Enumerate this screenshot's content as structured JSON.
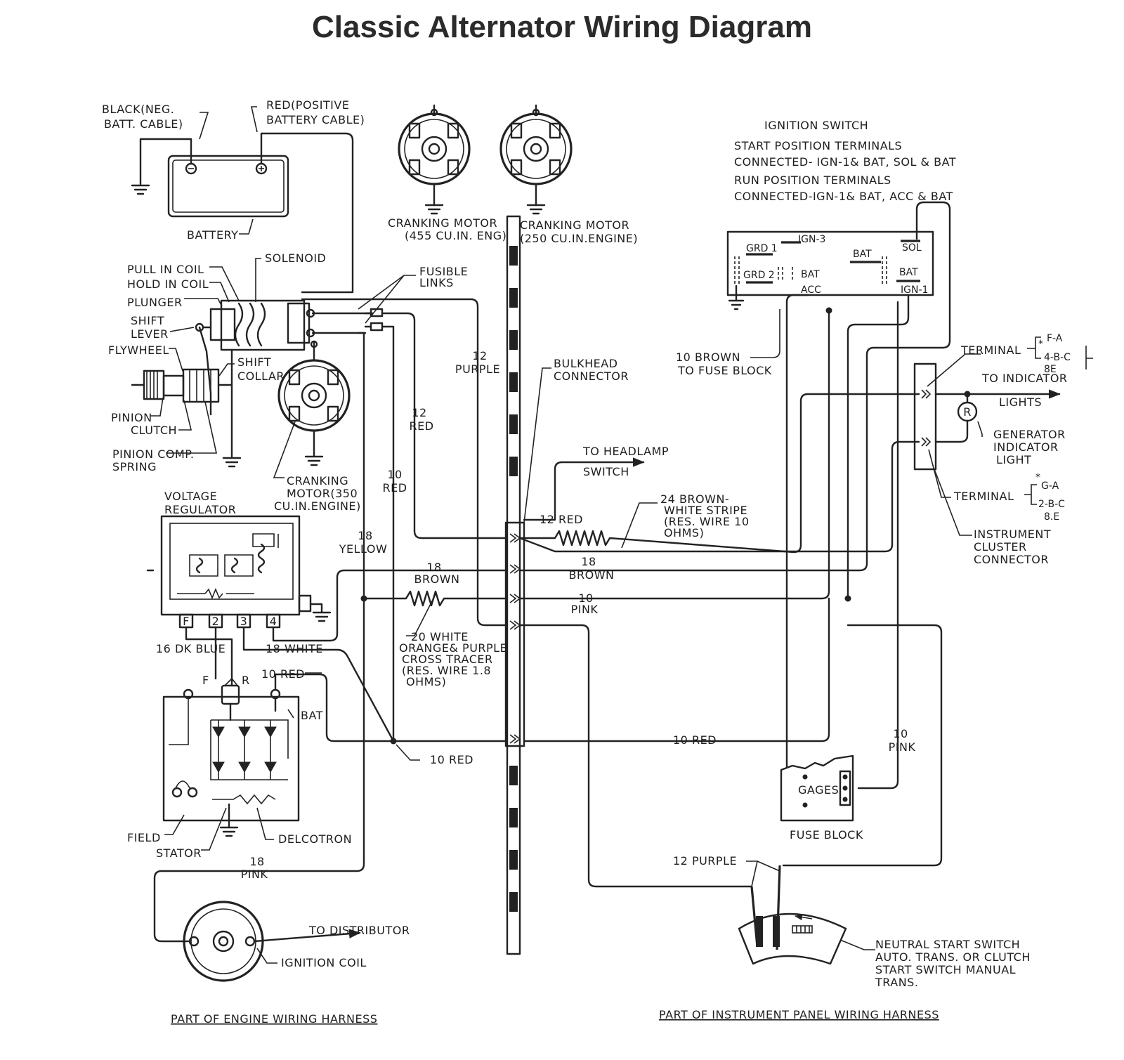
{
  "title": "Classic Alternator Wiring Diagram",
  "labels": {
    "black_neg_1": "BLACK(NEG.",
    "black_neg_2": "BATT. CABLE)",
    "red_pos_1": "RED(POSITIVE",
    "red_pos_2": "BATTERY CABLE)",
    "battery": "BATTERY",
    "solenoid": "SOLENOID",
    "pull_in_coil": "PULL IN COIL",
    "hold_in_coil": "HOLD IN COIL",
    "plunger": "PLUNGER",
    "shift_lever_1": "SHIFT",
    "shift_lever_2": "LEVER",
    "flywheel": "FLYWHEEL",
    "shift_collar_1": "SHIFT",
    "shift_collar_2": "COLLAR",
    "pinion_clutch_1": "PINION",
    "pinion_clutch_2": "CLUTCH",
    "pinion_spring_1": "PINION COMP.",
    "pinion_spring_2": "SPRING",
    "motor455_1": "CRANKING MOTOR",
    "motor455_2": "(455 CU.IN. ENG)",
    "motor250_1": "CRANKING MOTOR",
    "motor250_2": "(250 CU.IN.ENGINE)",
    "motor350_1": "CRANKING",
    "motor350_2": "MOTOR(350",
    "motor350_3": "CU.IN.ENGINE)",
    "fusible_1": "FUSIBLE",
    "fusible_2": "LINKS",
    "w12_purple_1": "12",
    "w12_purple_2": "PURPLE",
    "bulkhead_1": "BULKHEAD",
    "bulkhead_2": "CONNECTOR",
    "w12_red_1": "12",
    "w12_red_2": "RED",
    "w10_red_1": "10",
    "w10_red_2": "RED",
    "w18_yellow_1": "18",
    "w18_yellow_2": "YELLOW",
    "voltage_reg_1": "VOLTAGE",
    "voltage_reg_2": "REGULATOR",
    "reg_f": "F",
    "reg_2": "2",
    "reg_3": "3",
    "reg_4": "4",
    "dk_blue": "16 DK BLUE",
    "white18": "18 WHITE",
    "f_r_f": "F",
    "f_r_r": "R",
    "red10_upper": "10 RED",
    "bat_term": "BAT",
    "field": "FIELD",
    "stator": "STATOR",
    "delcotron": "DELCOTRON",
    "pink18_1": "18",
    "pink18_2": "PINK",
    "to_distributor": "TO DISTRIBUTOR",
    "ignition_coil": "IGNITION COIL",
    "engine_harness": "PART OF ENGINE WIRING HARNESS",
    "red10_lower": "10 RED",
    "brown18_left_1": "18",
    "brown18_left_2": "BROWN",
    "white20_1": "20 WHITE",
    "white20_2": "ORANGE& PURPLE",
    "white20_3": "CROSS TRACER",
    "white20_4": "(RES. WIRE 1.8",
    "white20_5": "OHMS)",
    "to_headlamp_1": "TO HEADLAMP",
    "to_headlamp_2": "SWITCH",
    "red12_right": "12 RED",
    "brown24_1": "24 BROWN-",
    "brown24_2": "WHITE STRIPE",
    "brown24_3": "(RES. WIRE 10",
    "brown24_4": "OHMS)",
    "brown18_right_1": "18",
    "brown18_right_2": "BROWN",
    "pink10_mid_1": "10",
    "pink10_mid_2": "PINK",
    "red10_right": "10 RED",
    "ign_switch": "IGNITION SWITCH",
    "start_pos_1": "START POSITION TERMINALS",
    "start_pos_2": "CONNECTED- IGN-1& BAT, SOL & BAT",
    "run_pos_1": "RUN POSITION TERMINALS",
    "run_pos_2": "CONNECTED-IGN-1& BAT, ACC & BAT",
    "grd1": "GRD 1",
    "grd2": "GRD 2",
    "ign3": "IGN-3",
    "bat_sw_top": "BAT",
    "sol": "SOL",
    "bat_sw_left": "BAT",
    "acc": "ACC",
    "bat_sw_right": "BAT",
    "ign1": "IGN-1",
    "brown10_1": "10 BROWN",
    "brown10_2": "TO FUSE BLOCK",
    "terminal_top": "TERMINAL",
    "fa": "F-A",
    "bc4": "4-B-C",
    "e8_top": "8E",
    "to_indicator_1": "TO INDICATOR",
    "to_indicator_2": "LIGHTS",
    "r_lamp": "R",
    "gen_light_1": "GENERATOR",
    "gen_light_2": "INDICATOR",
    "gen_light_3": "LIGHT",
    "terminal_bottom": "TERMINAL",
    "ga": "G-A",
    "bc2": "2-B-C",
    "e8_bottom": "8.E",
    "cluster_1": "INSTRUMENT",
    "cluster_2": "CLUSTER",
    "cluster_3": "CONNECTOR",
    "pink10_right_1": "10",
    "pink10_right_2": "PINK",
    "gages": "GAGES",
    "fuse_block": "FUSE BLOCK",
    "purple12": "12 PURPLE",
    "neutral_1": "NEUTRAL START SWITCH",
    "neutral_2": "AUTO. TRANS. OR CLUTCH",
    "neutral_3": "START SWITCH MANUAL",
    "neutral_4": "TRANS.",
    "panel_harness": "PART OF INSTRUMENT PANEL WIRING HARNESS",
    "star": "*"
  }
}
